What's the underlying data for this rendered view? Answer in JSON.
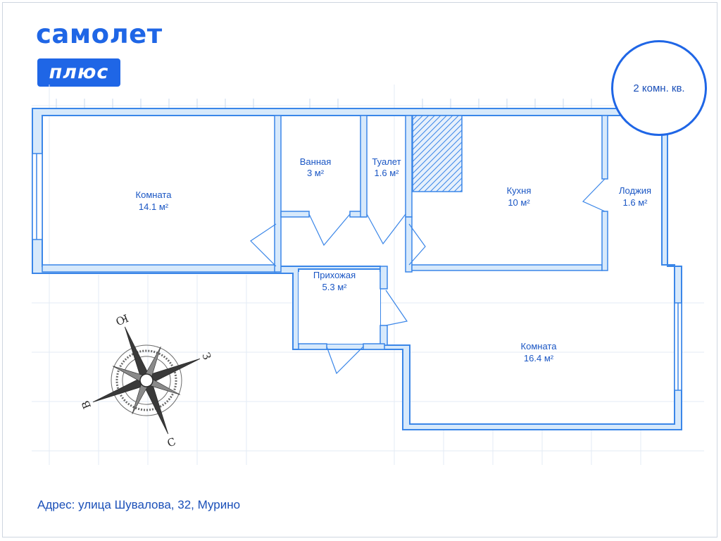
{
  "brand": {
    "name": "самолет",
    "badge": "плюс",
    "color": "#1f66e6"
  },
  "apartment_type": "2 комн. кв.",
  "address": "Адрес: улица Шувалова, 32, Мурино",
  "rooms": [
    {
      "name": "Комната",
      "area": "14.1 м²"
    },
    {
      "name": "Ванная",
      "area": "3 м²"
    },
    {
      "name": "Туалет",
      "area": "1.6 м²"
    },
    {
      "name": "Кухня",
      "area": "10 м²"
    },
    {
      "name": "Лоджия",
      "area": "1.6 м²"
    },
    {
      "name": "Прихожая",
      "area": "5.3 м²"
    },
    {
      "name": "Комната",
      "area": "16.4 м²"
    }
  ],
  "compass": {
    "north": "Ю",
    "east": "З",
    "south": "С",
    "west": "В"
  },
  "colors": {
    "wall": "#3a86e8",
    "wall_fill": "#d7e9fb",
    "text": "#1a56c4",
    "grid": "#e3ebf4"
  }
}
